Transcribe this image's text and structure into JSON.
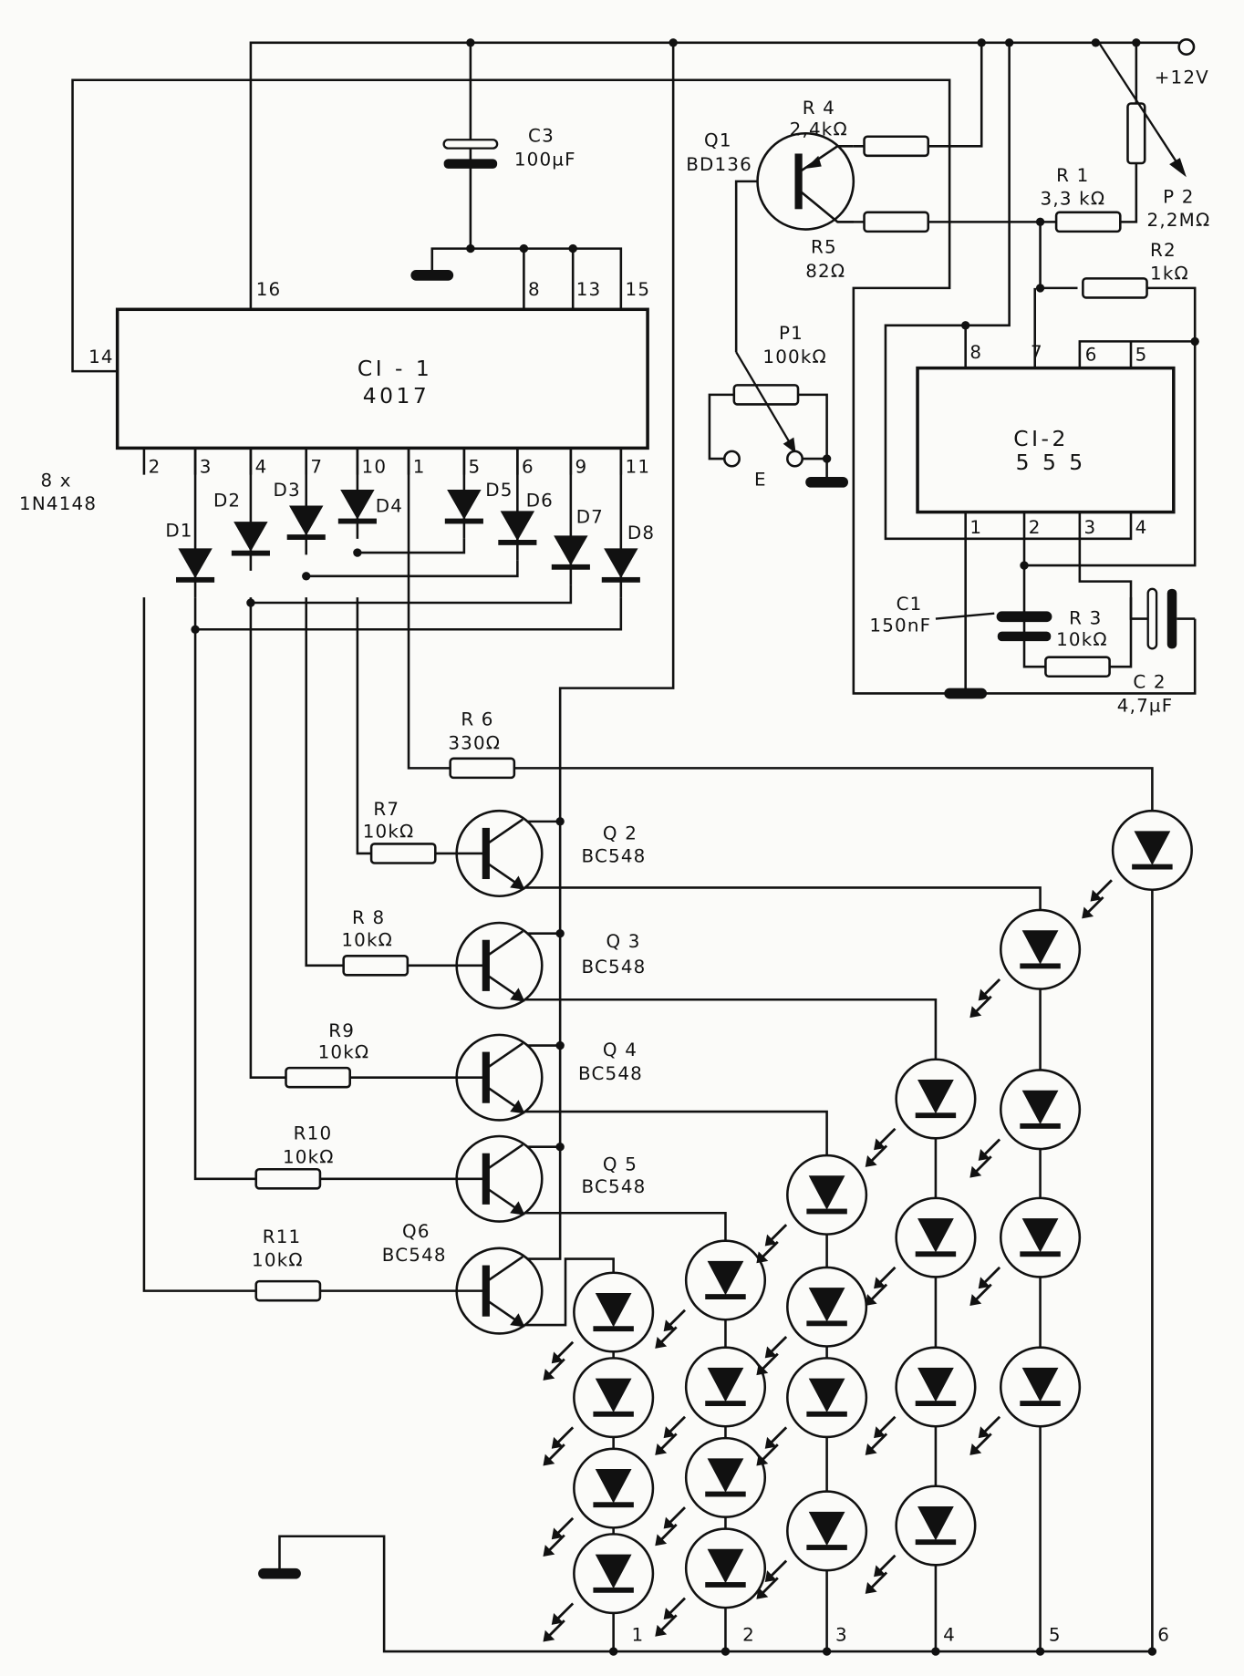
{
  "supply": "+12V",
  "ic1": {
    "name": "CI - 1",
    "part": "4017",
    "pins_top": [
      "16",
      "8",
      "13",
      "15"
    ],
    "pin_left": "14",
    "pins_bottom": [
      "2",
      "3",
      "4",
      "7",
      "10",
      "1",
      "5",
      "6",
      "9",
      "11"
    ]
  },
  "ic2": {
    "name": "CI-2",
    "part": "5 5 5",
    "pins_top": [
      "8",
      "7",
      "6",
      "5"
    ],
    "pins_bottom": [
      "1",
      "2",
      "3",
      "4"
    ]
  },
  "diodes": {
    "count": "8 x",
    "part": "1N4148",
    "labels": [
      "D1",
      "D2",
      "D3",
      "D4",
      "D5",
      "D6",
      "D7",
      "D8"
    ]
  },
  "c3": {
    "ref": "C3",
    "value": "100µF"
  },
  "q1": {
    "ref": "Q1",
    "value": "BD136"
  },
  "r4": {
    "ref": "R 4",
    "value": "2,4kΩ"
  },
  "r5": {
    "ref": "R5",
    "value": "82Ω"
  },
  "r1": {
    "ref": "R 1",
    "value": "3,3 kΩ"
  },
  "p2": {
    "ref": "P 2",
    "value": "2,2MΩ"
  },
  "r2": {
    "ref": "R2",
    "value": "1kΩ"
  },
  "p1": {
    "ref": "P1",
    "value": "100kΩ"
  },
  "terminal_e": "E",
  "c1": {
    "ref": "C1",
    "value": "150nF"
  },
  "r3": {
    "ref": "R 3",
    "value": "10kΩ"
  },
  "c2": {
    "ref": "C 2",
    "value": "4,7µF"
  },
  "r6": {
    "ref": "R 6",
    "value": "330Ω"
  },
  "r7": {
    "ref": "R7",
    "value": "10kΩ"
  },
  "r8": {
    "ref": "R 8",
    "value": "10kΩ"
  },
  "r9": {
    "ref": "R9",
    "value": "10kΩ"
  },
  "r10": {
    "ref": "R10",
    "value": "10kΩ"
  },
  "r11": {
    "ref": "R11",
    "value": "10kΩ"
  },
  "q2": {
    "ref": "Q 2",
    "value": "BC548"
  },
  "q3": {
    "ref": "Q 3",
    "value": "BC548"
  },
  "q4": {
    "ref": "Q 4",
    "value": "BC548"
  },
  "q5": {
    "ref": "Q 5",
    "value": "BC548"
  },
  "q6": {
    "ref": "Q6",
    "value": "BC548"
  },
  "led_columns": [
    "1",
    "2",
    "3",
    "4",
    "5",
    "6"
  ],
  "colors": {
    "ink": "#111111",
    "paper": "#fbfbf9"
  }
}
